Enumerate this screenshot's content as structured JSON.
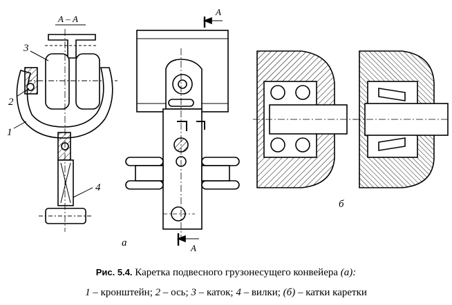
{
  "section": {
    "title": "А – А",
    "arrow_label": "А"
  },
  "labels": {
    "n1": "1",
    "n2": "2",
    "n3": "3",
    "n4": "4",
    "view_a": "а",
    "view_b": "б"
  },
  "caption": {
    "fig_no": "Рис. 5.4.",
    "title": "Каретка подвесного грузонесущего конвейера",
    "title_ref": "(а):",
    "legend": [
      {
        "num": "1",
        "text": "– кронштейн;"
      },
      {
        "num": "2",
        "text": "– ось;"
      },
      {
        "num": "3",
        "text": "– каток;"
      },
      {
        "num": "4",
        "text": "– вилки;"
      }
    ],
    "legend_b_ref": "(б)",
    "legend_b_text": "– катки каретки"
  }
}
